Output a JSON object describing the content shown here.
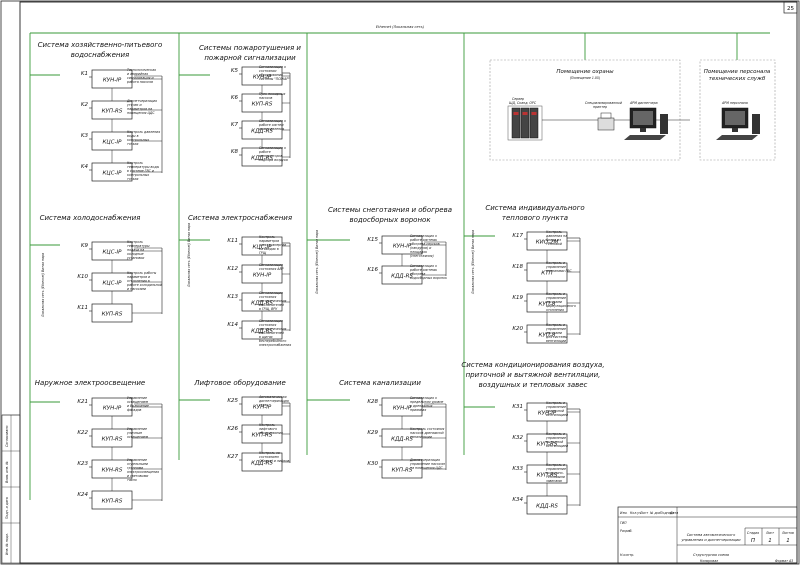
{
  "sheet_number": "25",
  "backbone_label": "Ethernet (Локальная сеть)",
  "riser_label": "Локальная сеть (Ethernet) Витая пара",
  "groups": [
    {
      "id": "water",
      "title": [
        "Система хозяйственно-питьевого",
        "водоснабжения"
      ],
      "items": [
        {
          "k": "K1",
          "dev": "КУН-IP",
          "note": [
            "Технологическая",
            "и аварийная",
            "сигнализация и",
            "работа насосов"
          ]
        },
        {
          "k": "K2",
          "dev": "КУП-RS",
          "note": [
            "Диспетчеризация",
            "утечек и",
            "параметров на",
            "помещения ЦДС"
          ]
        },
        {
          "k": "K3",
          "dev": "КЦС-IP",
          "note": [
            "Контроль давления",
            "воды в",
            "контрольных",
            "точках"
          ]
        },
        {
          "k": "K4",
          "dev": "КЦС-IP",
          "note": [
            "Контроль",
            "температуры воды",
            "в системе ГВС и",
            "контрольных",
            "точках"
          ]
        }
      ]
    },
    {
      "id": "fire",
      "title": [
        "Системы пожаротушения и",
        "пожарной сигнализации"
      ],
      "items": [
        {
          "k": "K5",
          "dev": "КУН-IP",
          "note": [
            "Сигнализация о",
            "состоянии",
            "оборудования",
            "системы \"ПОЖАР\""
          ]
        },
        {
          "k": "K6",
          "dev": "КУП-RS",
          "note": [
            "Пуск пожарных",
            "насосов"
          ]
        },
        {
          "k": "K7",
          "dev": "КДД-RS",
          "note": [
            "Сигнализация о",
            "работе систем",
            "дымоудаления"
          ]
        },
        {
          "k": "K8",
          "dev": "КДД-RS",
          "note": [
            "Сигнализация о",
            "работе",
            "вентиляторов",
            "подпора воздуха"
          ]
        }
      ]
    },
    {
      "id": "cold",
      "title": [
        "Система холодоснабжения"
      ],
      "items": [
        {
          "k": "K9",
          "dev": "КЦС-IP",
          "note": [
            "Контроль",
            "температуры",
            "подачи на",
            "холодные",
            "установки"
          ]
        },
        {
          "k": "K10",
          "dev": "КЦС-IP",
          "note": [
            "Контроль работы",
            "параметров и",
            "отклонения в",
            "работе холодильной",
            "и насосами"
          ]
        },
        {
          "k": "K11",
          "dev": "КУП-RS",
          "note": []
        }
      ]
    },
    {
      "id": "power",
      "title": [
        "Система электроснабжения"
      ],
      "items": [
        {
          "k": "K11",
          "dev": "КЦС-IP",
          "note": [
            "Контроль",
            "параметров",
            "электроэнергии",
            "на вводах в",
            "ГРЩ"
          ]
        },
        {
          "k": "K12",
          "dev": "КУН-IP",
          "note": [
            "Сигнализация",
            "состояния АВР"
          ]
        },
        {
          "k": "K13",
          "dev": "КДД-RS",
          "note": [
            "Сигнализация",
            "состояния",
            "автоматических",
            "выключателей",
            "в ГРЩ, ВРУ"
          ]
        },
        {
          "k": "K14",
          "dev": "КДД-RS",
          "note": [
            "Сигнализация",
            "состояния",
            "автоматических",
            "выключателей",
            "в щитах",
            "бесперебойного",
            "электроснабжения"
          ]
        }
      ]
    },
    {
      "id": "snow",
      "title": [
        "Системы снеготаяния и обогрева",
        "водосборных воронок"
      ],
      "items": [
        {
          "k": "K15",
          "dev": "КУН-IP",
          "note": [
            "Сигнализация о",
            "работе системы",
            "обогрева спусков",
            "(пандусов) и",
            "площадок",
            "(снеготаяния)"
          ]
        },
        {
          "k": "K16",
          "dev": "КДД-RS",
          "note": [
            "Сигнализация о",
            "работе системы",
            "обогрева",
            "водосборных воронок"
          ]
        }
      ]
    },
    {
      "id": "itp",
      "title": [
        "Система индивидуального",
        "теплового пункта"
      ],
      "items": [
        {
          "k": "K17",
          "dev": "КИО-2М",
          "note": [
            "Контроль",
            "давления на",
            "Ввода из",
            "тепловой"
          ]
        },
        {
          "k": "K18",
          "dev": "КТП",
          "note": [
            "Контроль и",
            "управление",
            "клапанами ГВС"
          ]
        },
        {
          "k": "K19",
          "dev": "КУП-8",
          "note": [
            "Контроль и",
            "управление",
            "насосами",
            "циркуляционного",
            "отопления"
          ]
        },
        {
          "k": "K20",
          "dev": "КУП-8",
          "note": [
            "Контроль и",
            "управление",
            "насосами",
            "для системы",
            "вентиляции"
          ]
        }
      ]
    },
    {
      "id": "outdoor",
      "title": [
        "Наружное электроосвещение"
      ],
      "items": [
        {
          "k": "K21",
          "dev": "КУН-IP",
          "note": [
            "Управление",
            "освещением",
            "и Включение",
            "фасадов"
          ]
        },
        {
          "k": "K22",
          "dev": "КУП-RS",
          "note": [
            "Управление",
            "уличным",
            "освещением"
          ]
        },
        {
          "k": "K23",
          "dev": "КУН-RS",
          "note": [
            "Управление",
            "отдельными",
            "группами",
            "электроосвещения",
            "и световыми",
            "табло"
          ]
        },
        {
          "k": "K24",
          "dev": "КУП-RS",
          "note": []
        }
      ]
    },
    {
      "id": "lift",
      "title": [
        "Лифтовое оборудование"
      ],
      "items": [
        {
          "k": "K25",
          "dev": "КУН-IP",
          "note": [
            "Автоматическая",
            "диспетчеризация",
            "связь"
          ]
        },
        {
          "k": "K26",
          "dev": "КУП-RS",
          "note": [
            "Контроль",
            "лифтового",
            "оборудования"
          ]
        },
        {
          "k": "K27",
          "dev": "КДД-RS",
          "note": [
            "Контроль за",
            "состоянием",
            "(Жаров) и лифтов"
          ]
        }
      ]
    },
    {
      "id": "sewer",
      "title": [
        "Система канализации"
      ],
      "items": [
        {
          "k": "K28",
          "dev": "КУН-IP",
          "note": [
            "Сигнализация о",
            "предельном уровне",
            "в дренажных",
            "приямках"
          ]
        },
        {
          "k": "K29",
          "dev": "КДД-RS",
          "note": [
            "Контроль состояния",
            "насосов дренажной",
            "канализации"
          ]
        },
        {
          "k": "K30",
          "dev": "КУП-RS",
          "note": [
            "Диспетчеризация",
            "управление насосом",
            "на помещения ЦДС"
          ]
        }
      ]
    },
    {
      "id": "hvac",
      "title": [
        "Система кондиционирования воздуха,",
        "приточной и вытяжной вентиляции,",
        "воздушных и тепловых завес"
      ],
      "items": [
        {
          "k": "K31",
          "dev": "КУН-IP",
          "note": [
            "Контроль и",
            "управление",
            "приточной",
            "вентиляцией"
          ]
        },
        {
          "k": "K32",
          "dev": "КУП-RS",
          "note": [
            "Контроль и",
            "управление",
            "вытяжной",
            "вентиляцией"
          ]
        },
        {
          "k": "K33",
          "dev": "КУП-RS",
          "note": [
            "Контроль и",
            "управление",
            "воздушно-",
            "тепловыми",
            "завесами"
          ]
        },
        {
          "k": "K34",
          "dev": "КДД-RS",
          "note": []
        }
      ]
    }
  ],
  "security_room": {
    "title": "Помещение охраны",
    "subtitle": "(Помещение 1.05)",
    "server_label": [
      "Сервер",
      "ЩД, Сканд. ОРС"
    ],
    "printer_label": [
      "Специализированный",
      "принтер"
    ],
    "arm_label": "АРМ диспетчера"
  },
  "staff_room": {
    "title": [
      "Помещение персонала",
      "технических служб"
    ],
    "arm_label": "АРМ персонала"
  },
  "stamp": {
    "org_text": [
      "Система автоматического",
      "управления и диспетчеризации"
    ],
    "sheet_title": "Структурная схема",
    "stage_label": "Стадия",
    "stage": "П",
    "sheet_label": "Лист",
    "sheet": "1",
    "sheets_label": "Листов",
    "sheets": "1",
    "format": "Формат А3",
    "copied": "Копировал",
    "head_cols": [
      "Изм.",
      "Кол.уч",
      "Лист",
      "№ док",
      "Подпись",
      "Дата"
    ],
    "roles": [
      "ГИП",
      "Разраб.",
      "",
      "",
      "Н.контр."
    ],
    "left_strip": [
      "Инв. № подл.",
      "Подп. и дата",
      "Взам. инв. №",
      "Согласовано"
    ]
  }
}
